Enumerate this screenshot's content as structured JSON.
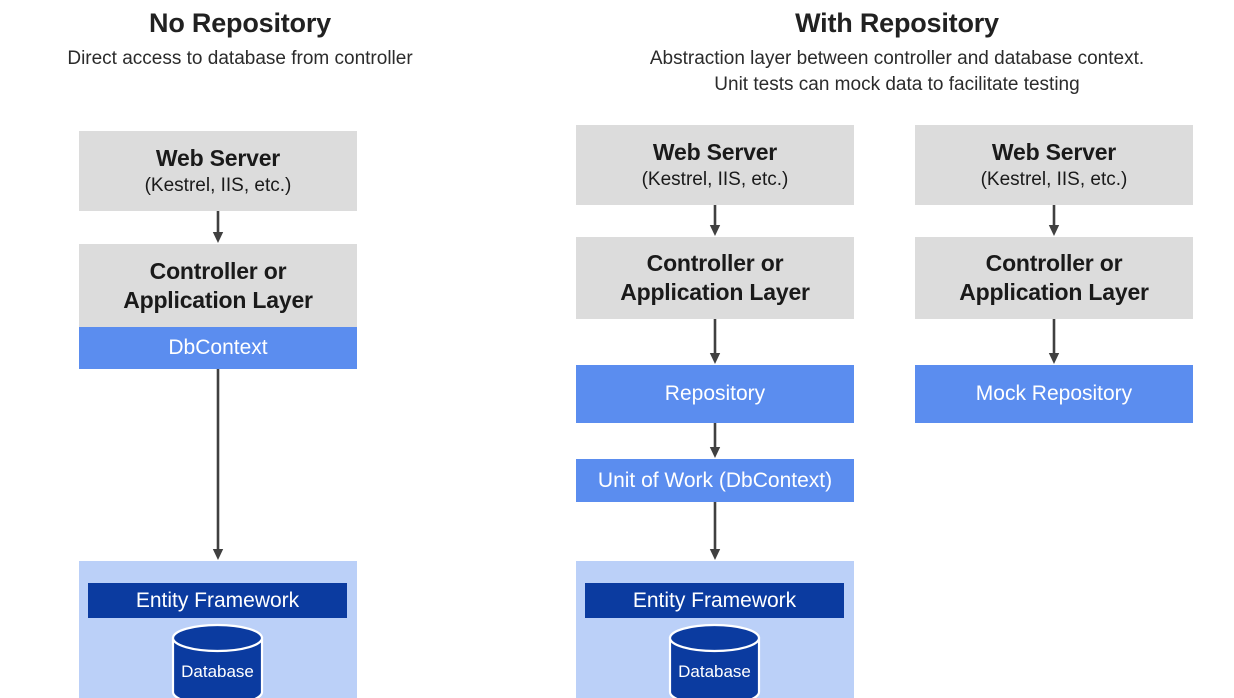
{
  "columns": [
    {
      "id": "no-repository",
      "title": "No Repository",
      "subtitle_lines": [
        "Direct access to database from controller"
      ]
    },
    {
      "id": "with-repository",
      "title": "With Repository",
      "subtitle_lines": [
        "Abstraction layer between controller and database context.",
        "Unit tests can mock data to facilitate testing"
      ]
    }
  ],
  "stacks": {
    "left": {
      "web_server": {
        "title": "Web Server",
        "subtitle": "(Kestrel, IIS, etc.)"
      },
      "controller": {
        "line1": "Controller or",
        "line2": "Application Layer"
      },
      "dbcontext": {
        "label": "DbContext"
      },
      "entity_framework": {
        "label": "Entity Framework"
      },
      "database": {
        "label": "Database"
      }
    },
    "middle": {
      "web_server": {
        "title": "Web Server",
        "subtitle": "(Kestrel, IIS, etc.)"
      },
      "controller": {
        "line1": "Controller or",
        "line2": "Application Layer"
      },
      "repository": {
        "label": "Repository"
      },
      "unit_of_work": {
        "label": "Unit of Work (DbContext)"
      },
      "entity_framework": {
        "label": "Entity Framework"
      },
      "database": {
        "label": "Database"
      }
    },
    "right": {
      "web_server": {
        "title": "Web Server",
        "subtitle": "(Kestrel, IIS, etc.)"
      },
      "controller": {
        "line1": "Controller or",
        "line2": "Application Layer"
      },
      "mock_repository": {
        "label": "Mock Repository"
      }
    }
  },
  "colors": {
    "gray_box": "#dcdcdc",
    "blue_box": "#5B8DEF",
    "navy_bar": "#0b3ba0",
    "light_blue_panel": "#bbd0f8",
    "arrow": "#404040",
    "text_dark": "#212121",
    "text_light": "#ffffff"
  }
}
